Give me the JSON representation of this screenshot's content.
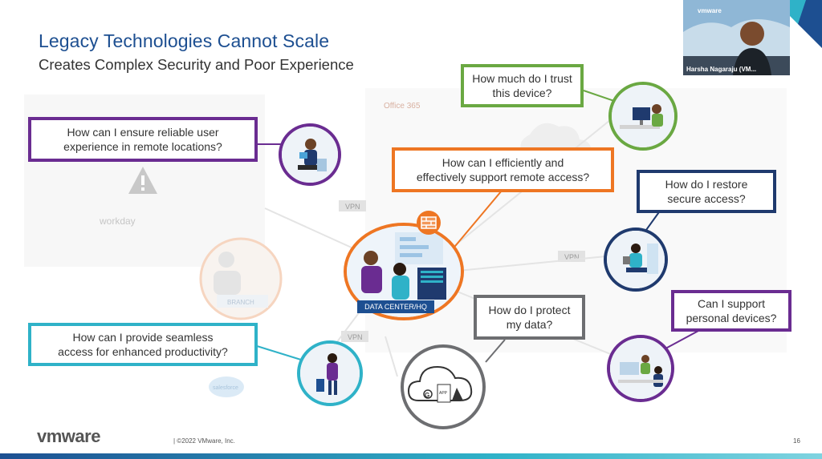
{
  "slide": {
    "title": "Legacy Technologies Cannot Scale",
    "subtitle": "Creates Complex Security and Poor Experience",
    "copyright": "| ©2022 VMware, Inc.",
    "page_number": "16",
    "logo_text": "vmware"
  },
  "video_tile": {
    "participant_name": "Harsha Nagaraju (VM...",
    "brand_text": "vmware"
  },
  "background_labels": {
    "office": "Office 365",
    "workday": "workday",
    "branch": "BRANCH",
    "vpn_1": "VPN",
    "vpn_2": "VPN",
    "vpn_3": "VPN",
    "salesforce": "salesforce"
  },
  "center": {
    "label": "DATA CENTER/HQ"
  },
  "questions": {
    "reliable_ux": "How can I ensure reliable user\nexperience in remote locations?",
    "remote_access": "How can I efficiently and\neffectively support remote access?",
    "trust_device": "How much do I trust\nthis device?",
    "restore_access": "How do I restore\nsecure access?",
    "seamless_access": "How can I provide seamless\naccess for enhanced productivity?",
    "protect_data": "How do I protect\nmy data?",
    "personal_devices": "Can I support\npersonal devices?"
  },
  "cloud_apps": {
    "g": "G",
    "app": "APP"
  },
  "colors": {
    "purple": "#6a2c91",
    "orange": "#ee7623",
    "green": "#6aa842",
    "navy": "#1f3a6e",
    "teal": "#2fb2c8",
    "gray": "#6d6e71",
    "title_blue": "#1d4f91"
  }
}
